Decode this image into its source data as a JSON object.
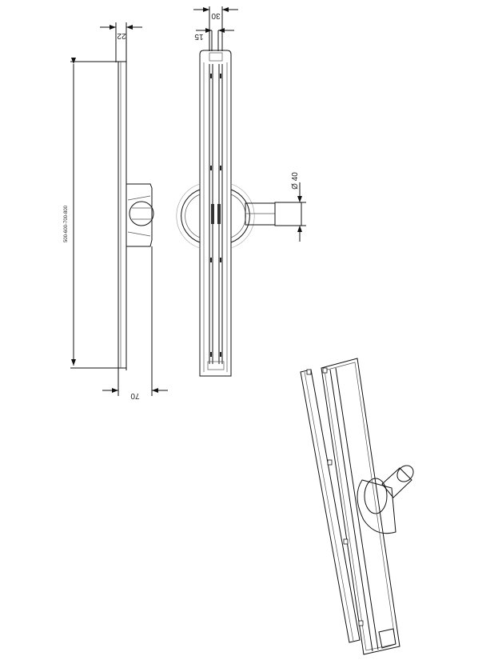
{
  "drawing": {
    "dimensions": {
      "top_width_side": "22",
      "outer_width_front": "30",
      "inner_width_front": "15",
      "outlet_diameter": "Ø 40",
      "lengths": "500-600-700-800",
      "bottom_depth": "70"
    }
  }
}
